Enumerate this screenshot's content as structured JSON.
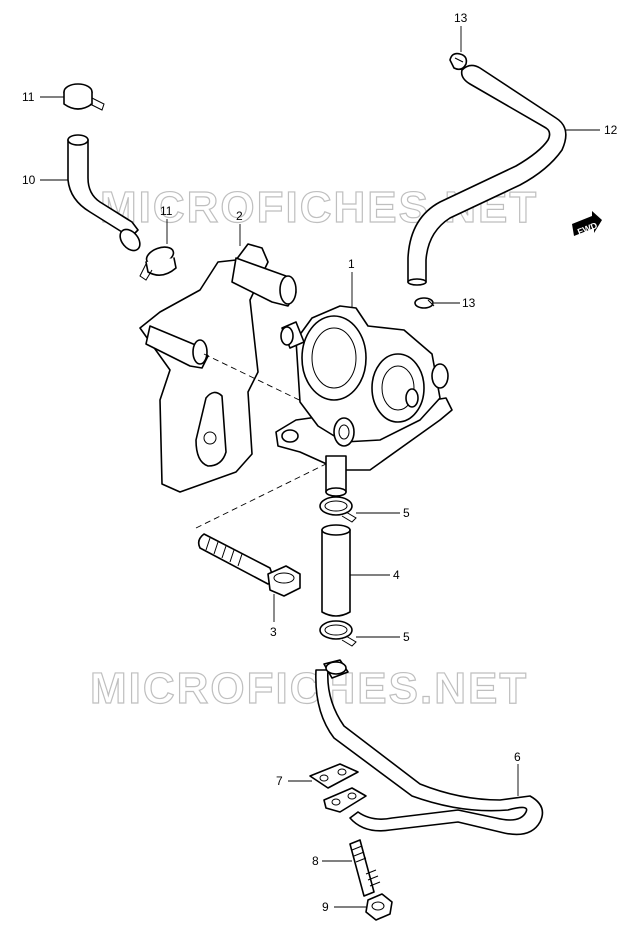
{
  "watermark": "MICROFICHES.NET",
  "fwd_label": "FWD",
  "callouts": {
    "p1": "1",
    "p2": "2",
    "p3": "3",
    "p4": "4",
    "p5a": "5",
    "p5b": "5",
    "p6": "6",
    "p7": "7",
    "p8": "8",
    "p9": "9",
    "p10": "10",
    "p11a": "11",
    "p11b": "11",
    "p12": "12",
    "p13a": "13",
    "p13b": "13"
  }
}
